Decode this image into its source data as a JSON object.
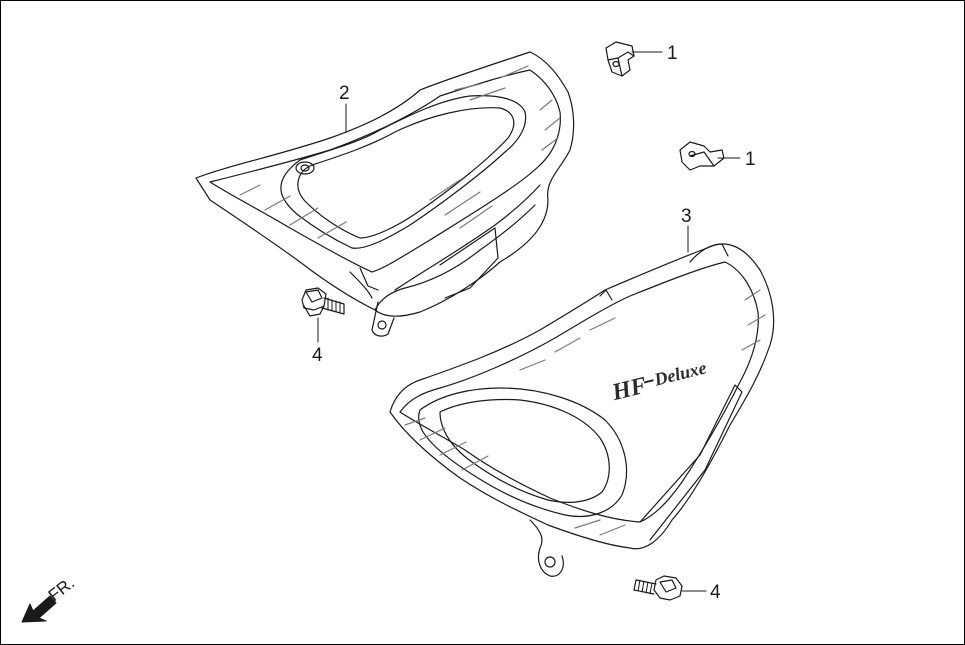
{
  "callouts": {
    "part_1_top": "1",
    "part_1_mid": "1",
    "part_2": "2",
    "part_3": "3",
    "part_4_left": "4",
    "part_4_right": "4"
  },
  "direction": {
    "label": "FR."
  },
  "logo": {
    "model": "HF",
    "variant": "Deluxe"
  },
  "colors": {
    "line": "#1a1a1a",
    "shade": "#7a7a7a"
  }
}
